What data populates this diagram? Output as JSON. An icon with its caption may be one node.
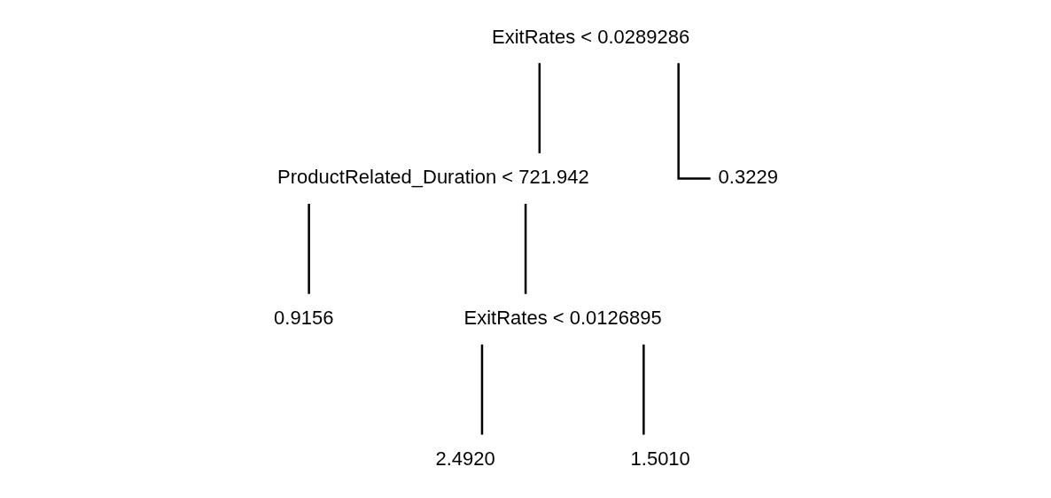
{
  "diagram": {
    "nodes": [
      {
        "text": [
          "ExitRates < 0.0289286"
        ]
      },
      {
        "text": [
          "ProductRelated_Duration < 721.942"
        ]
      },
      {
        "text": [
          "0.3229"
        ]
      },
      {
        "text": [
          "0.9156"
        ]
      },
      {
        "text": [
          "ExitRates < 0.0126895"
        ]
      },
      {
        "text": [
          "2.4920"
        ]
      },
      {
        "text": [
          "1.5010"
        ]
      }
    ],
    "edges": [
      {
        "from": 0,
        "to": 1,
        "arrow": "none"
      },
      {
        "from": 0,
        "to": 2,
        "arrow": "none"
      },
      {
        "from": 1,
        "to": 3,
        "arrow": "none"
      },
      {
        "from": 1,
        "to": 4,
        "arrow": "none"
      },
      {
        "from": 4,
        "to": 5,
        "arrow": "none"
      },
      {
        "from": 4,
        "to": 6,
        "arrow": "none"
      }
    ]
  }
}
